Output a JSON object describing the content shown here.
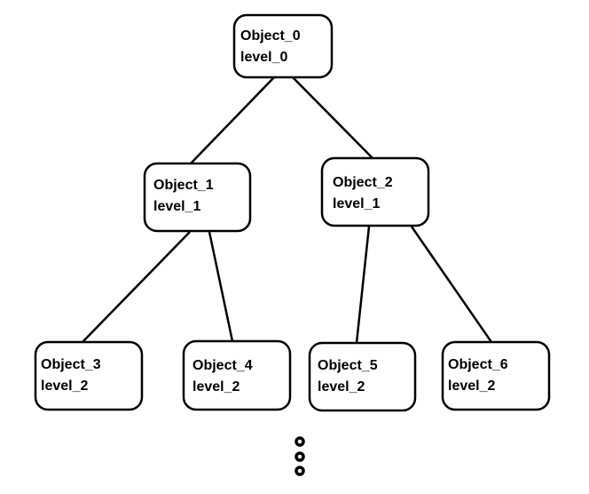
{
  "tree": {
    "nodes": [
      {
        "id": "n0",
        "name": "Object_0",
        "level": "level_0"
      },
      {
        "id": "n1",
        "name": "Object_1",
        "level": "level_1"
      },
      {
        "id": "n2",
        "name": "Object_2",
        "level": "level_1"
      },
      {
        "id": "n3",
        "name": "Object_3",
        "level": "level_2"
      },
      {
        "id": "n4",
        "name": "Object_4",
        "level": "level_2"
      },
      {
        "id": "n5",
        "name": "Object_5",
        "level": "level_2"
      },
      {
        "id": "n6",
        "name": "Object_6",
        "level": "level_2"
      }
    ],
    "edges": [
      {
        "from": "n0",
        "to": "n1"
      },
      {
        "from": "n0",
        "to": "n2"
      },
      {
        "from": "n1",
        "to": "n3"
      },
      {
        "from": "n1",
        "to": "n4"
      },
      {
        "from": "n2",
        "to": "n5"
      },
      {
        "from": "n2",
        "to": "n6"
      }
    ],
    "continuation_marker": "vertical-ellipsis"
  }
}
